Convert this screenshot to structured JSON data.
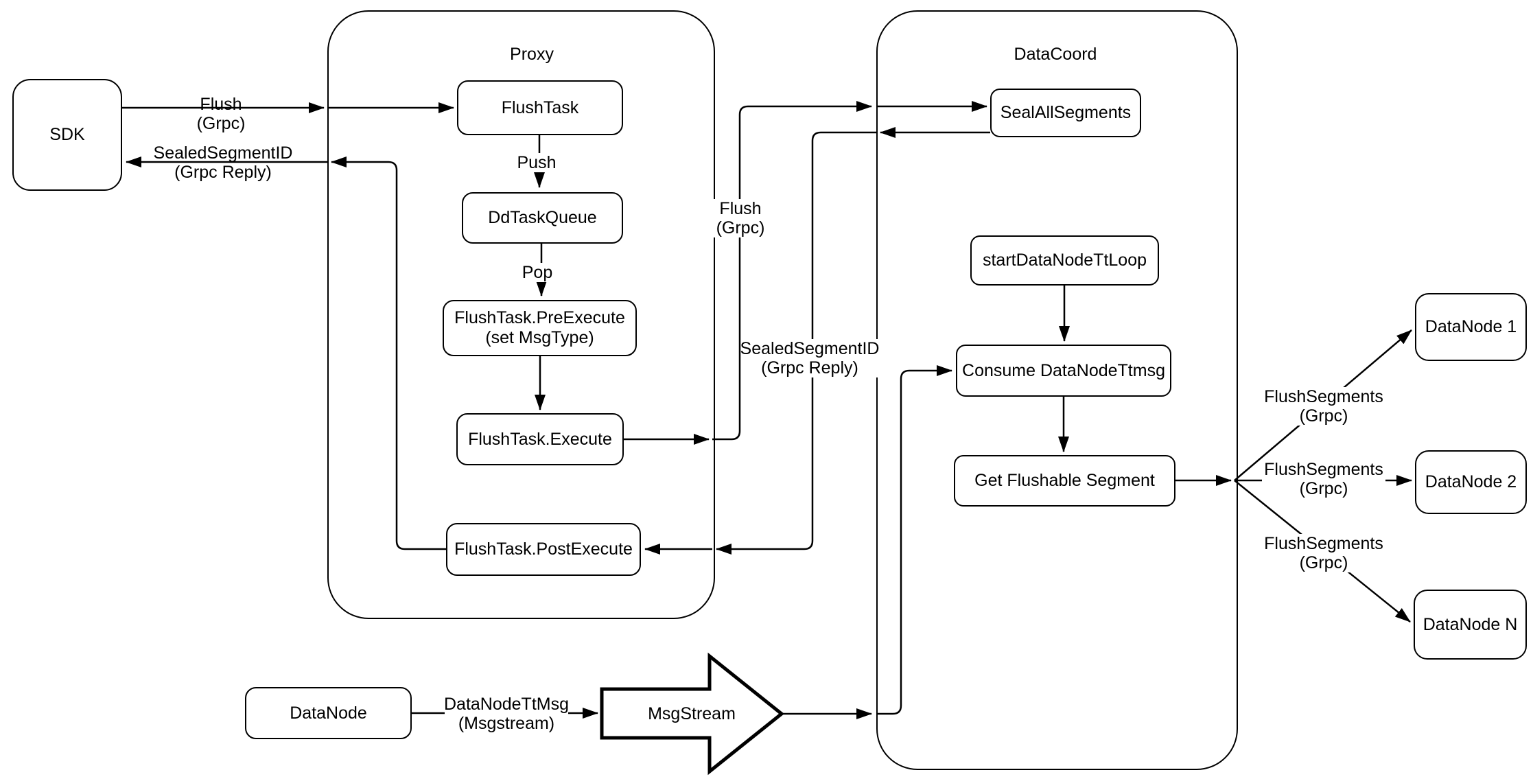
{
  "containers": {
    "proxy": "Proxy",
    "datacoord": "DataCoord"
  },
  "nodes": {
    "sdk": "SDK",
    "flush_task": "FlushTask",
    "dd_task_queue": "DdTaskQueue",
    "pre_execute_line1": "FlushTask.PreExecute",
    "pre_execute_line2": "(set MsgType)",
    "execute": "FlushTask.Execute",
    "post_execute": "FlushTask.PostExecute",
    "seal_all_segments": "SealAllSegments",
    "start_data_node_tt_loop": "startDataNodeTtLoop",
    "consume_data_node_ttmsg": "Consume DataNodeTtmsg",
    "get_flushable_segment": "Get Flushable Segment",
    "datanode_1": "DataNode 1",
    "datanode_2": "DataNode 2",
    "datanode_n": "DataNode N",
    "datanode": "DataNode",
    "msgstream": "MsgStream"
  },
  "edge_labels": {
    "flush_sdk_line1": "Flush",
    "flush_sdk_line2": "(Grpc)",
    "sealed_sdk_line1": "SealedSegmentID",
    "sealed_sdk_line2": "(Grpc Reply)",
    "push": "Push",
    "pop": "Pop",
    "flush_mid_line1": "Flush",
    "flush_mid_line2": "(Grpc)",
    "sealed_mid_line1": "SealedSegmentID",
    "sealed_mid_line2": "(Grpc Reply)",
    "flush_segments_1_line1": "FlushSegments",
    "flush_segments_1_line2": "(Grpc)",
    "flush_segments_2_line1": "FlushSegments",
    "flush_segments_2_line2": "(Grpc)",
    "flush_segments_3_line1": "FlushSegments",
    "flush_segments_3_line2": "(Grpc)",
    "datanode_ttmsg_line1": "DataNodeTtMsg",
    "datanode_ttmsg_line2": "(Msgstream)"
  },
  "colors": {
    "stroke": "#000000",
    "node_fill": "#ffffff",
    "background": "#ffffff"
  }
}
